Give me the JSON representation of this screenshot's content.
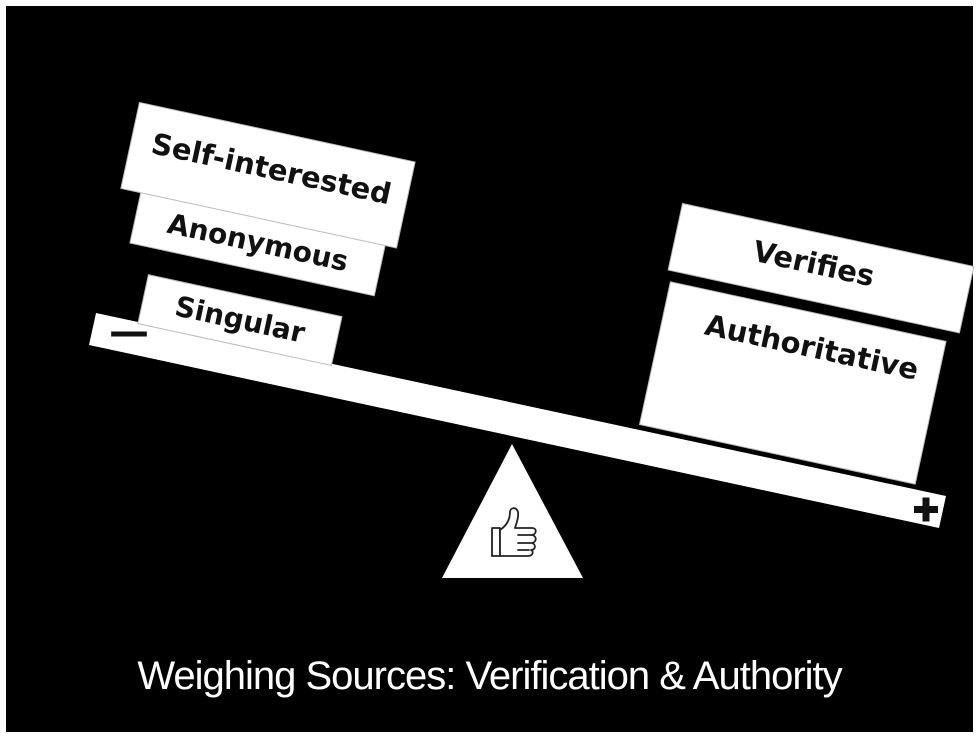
{
  "scale": {
    "left_pan": {
      "sign": "—",
      "items": [
        "Self-interested",
        "Anonymous",
        "Singular"
      ]
    },
    "right_pan": {
      "sign": "+",
      "items": [
        "Verifies",
        "Authoritative"
      ]
    },
    "fulcrum_icon": "thumbs-up-icon"
  },
  "title": "Weighing Sources: Verification & Authority"
}
